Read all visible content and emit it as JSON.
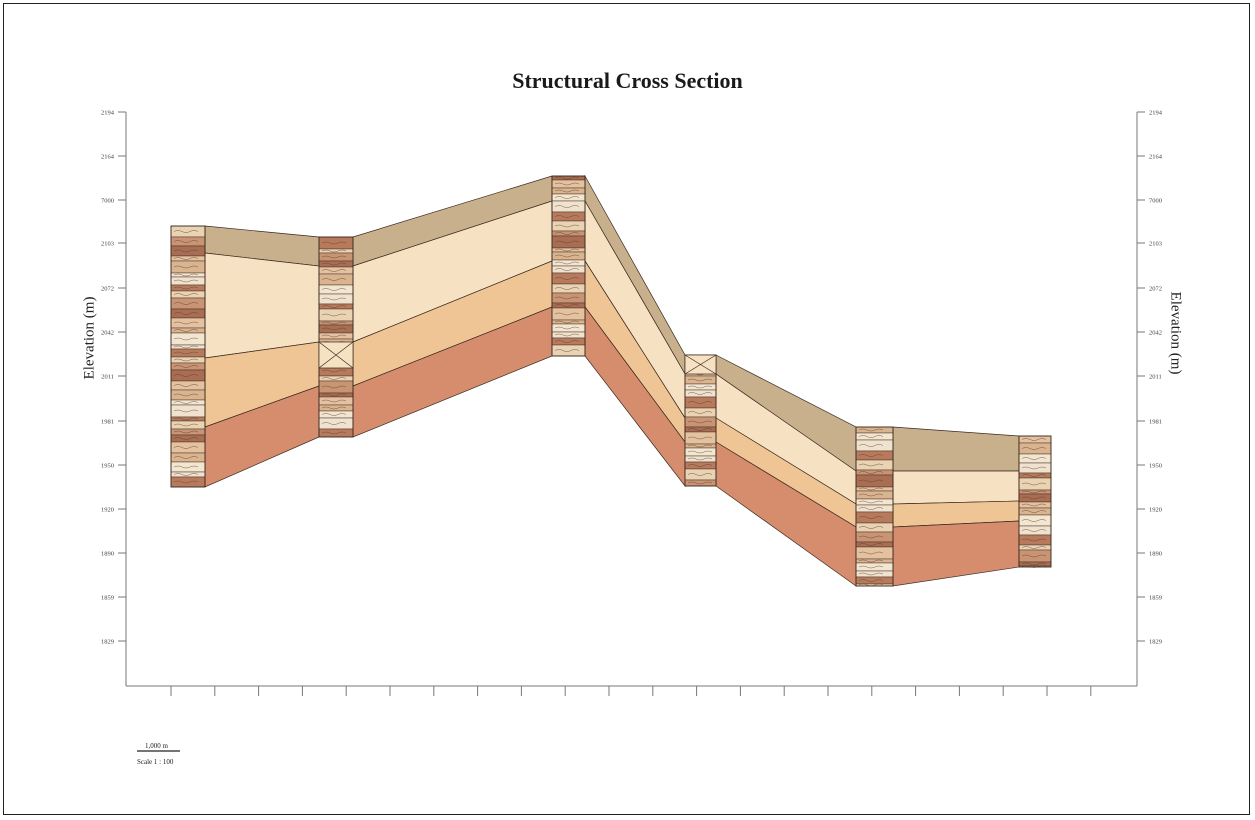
{
  "title": "Structural Cross Section",
  "y_axis": {
    "label_left": "Elevation (m)",
    "label_right": "Elevation (m)",
    "ticks_left": [
      "2194",
      "2164",
      "7000",
      "2103",
      "2072",
      "2042",
      "2011",
      "1981",
      "1950",
      "1920",
      "1890",
      "1859",
      "1829"
    ],
    "ticks_right": [
      "2194",
      "2164",
      "7000",
      "2103",
      "2072",
      "2042",
      "2011",
      "1981",
      "1950",
      "1920",
      "1890",
      "1859",
      "1829"
    ]
  },
  "scale_bar": {
    "distance": "1,000 m",
    "ratio": "Scale 1 : 100"
  },
  "colors": {
    "top_unit": "#c9b08c",
    "unit_2": "#f6e1c2",
    "unit_3": "#f0c595",
    "unit_4": "#d68d6e",
    "column_dark": "#9c6a4e",
    "column_light": "#e8d7bd"
  },
  "wells": [
    {
      "id": "well-1",
      "cross": false
    },
    {
      "id": "well-2",
      "cross": true
    },
    {
      "id": "well-3",
      "cross": false
    },
    {
      "id": "well-4",
      "cross": true
    },
    {
      "id": "well-5",
      "cross": false
    },
    {
      "id": "well-6",
      "cross": false
    }
  ]
}
